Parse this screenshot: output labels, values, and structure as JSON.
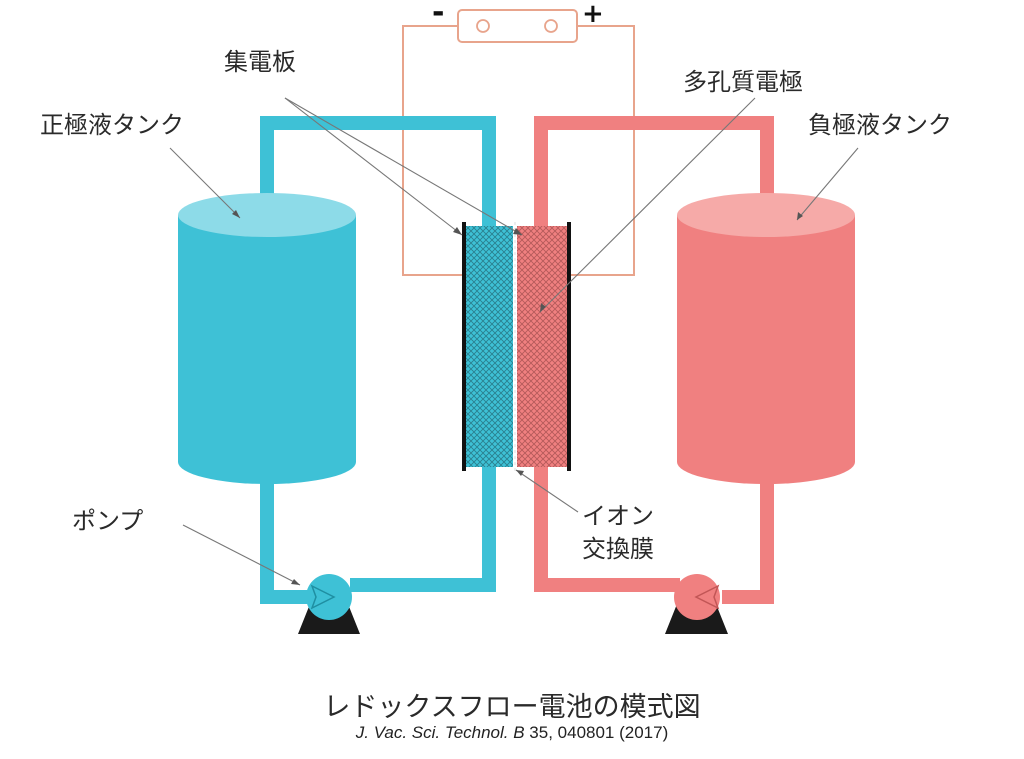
{
  "colors": {
    "positive": "#3ec1d6",
    "positive_top": "#8ddbe8",
    "negative": "#f08080",
    "negative_top": "#f6aaa8",
    "circuit": "#e8a48c",
    "electrode_edge": "#111111"
  },
  "labels": {
    "current_collector": "集電板",
    "porous_electrode": "多孔質電極",
    "positive_tank": "正極液タンク",
    "negative_tank": "負極液タンク",
    "pump": "ポンプ",
    "membrane_line1": "イオン",
    "membrane_line2": "交換膜"
  },
  "battery": {
    "minus": "-",
    "plus": "+"
  },
  "caption": {
    "title": "レドックスフロー電池の模式図",
    "journal": "J. Vac. Sci. Technol. B",
    "ref": " 35, 040801 (2017)"
  }
}
